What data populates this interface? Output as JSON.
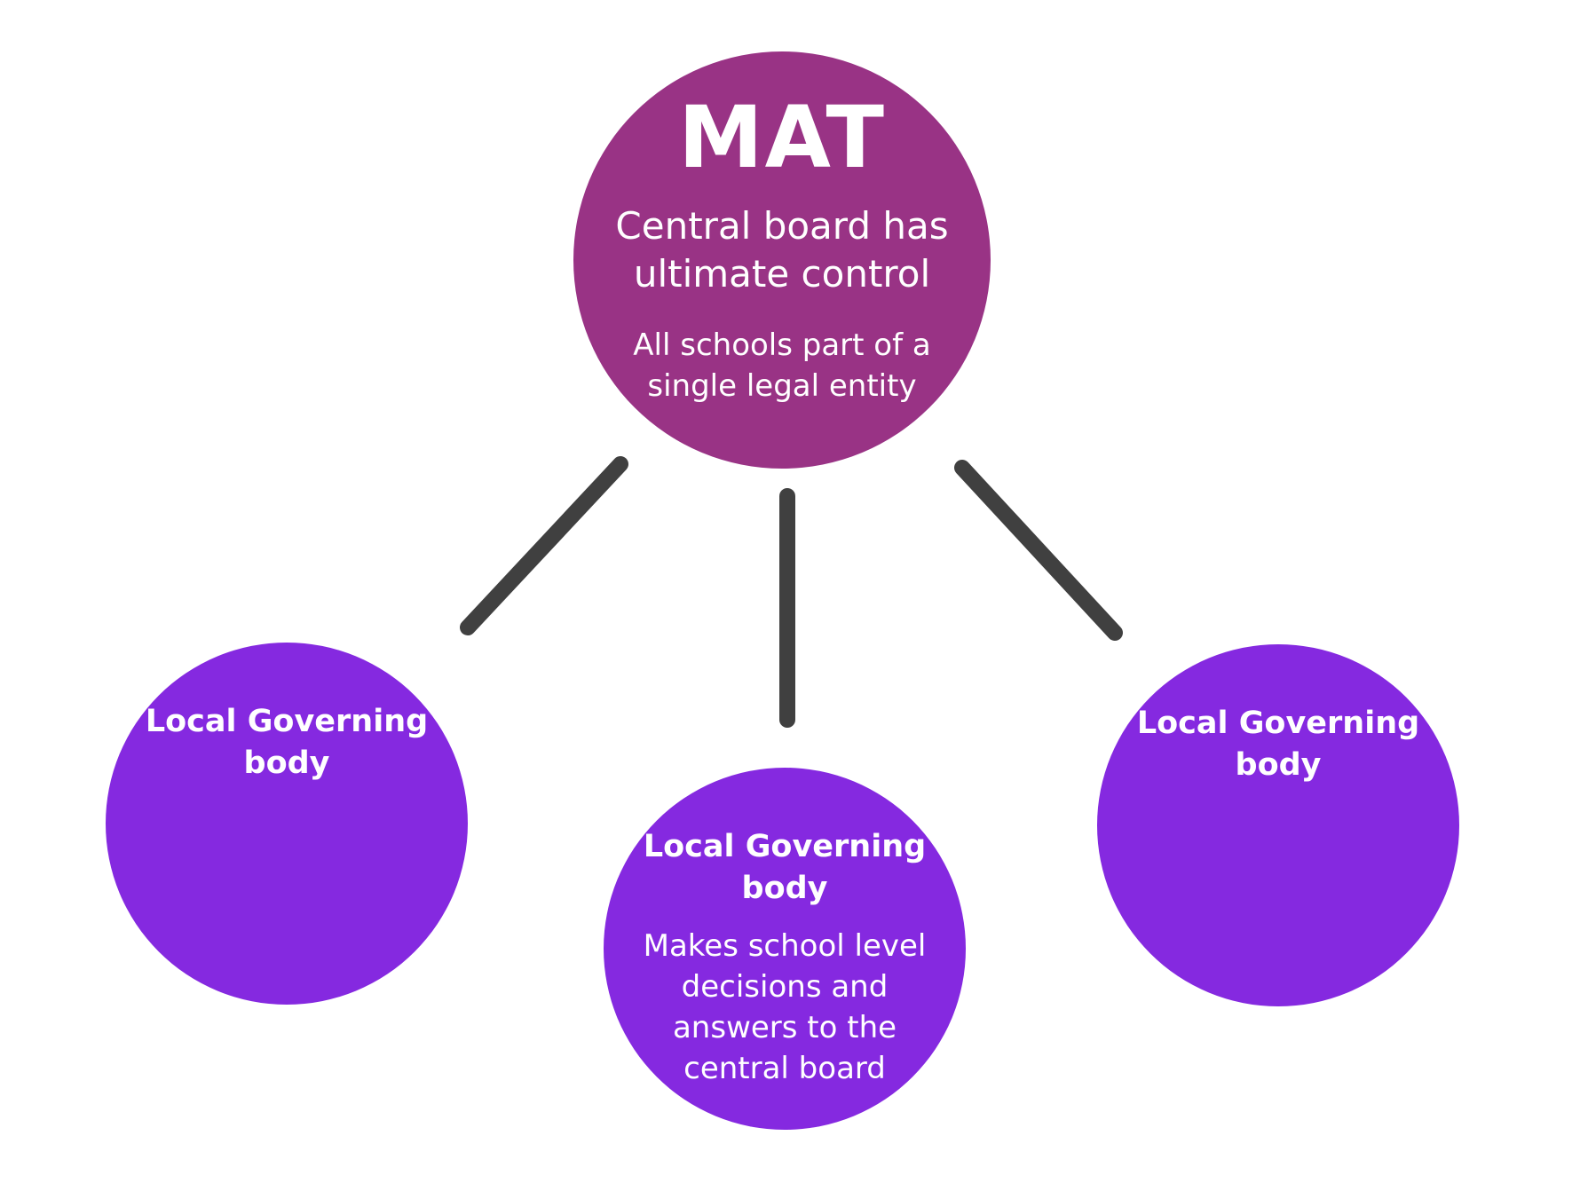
{
  "colors": {
    "mat_fill": "#993385",
    "lgb_fill": "#8529E0",
    "connector": "#404040",
    "text": "#FFFFFF"
  },
  "mat": {
    "title": "MAT",
    "line1": "Central board has ultimate control",
    "line2": "All schools part of a single legal entity"
  },
  "local_bodies": [
    {
      "title": "Local Governing body",
      "description": ""
    },
    {
      "title": "Local Governing body",
      "description": "Makes school level decisions and answers to the central board"
    },
    {
      "title": "Local Governing body",
      "description": ""
    }
  ]
}
